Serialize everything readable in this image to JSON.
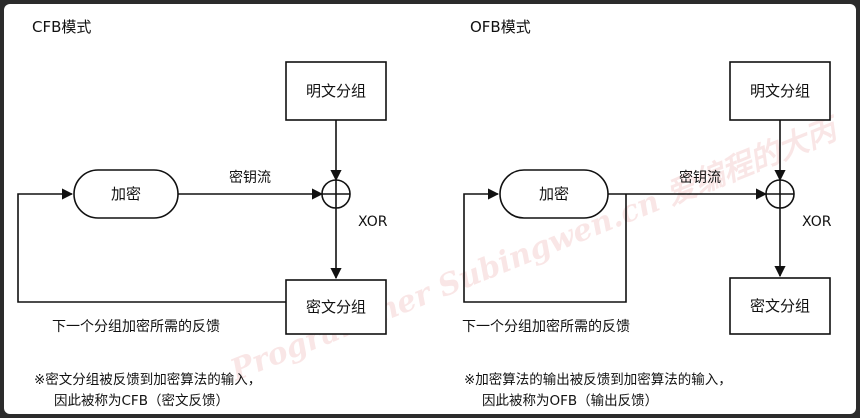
{
  "watermark": "Programmer Subingwen.cn 爱编程的大丙",
  "cfb": {
    "title": "CFB模式",
    "plaintext_block": "明文分组",
    "encrypt": "加密",
    "keystream": "密钥流",
    "xor": "XOR",
    "ciphertext_block": "密文分组",
    "feedback": "下一个分组加密所需的反馈",
    "note_line1": "※密文分组被反馈到加密算法的输入，",
    "note_line2": "因此被称为CFB（密文反馈）"
  },
  "ofb": {
    "title": "OFB模式",
    "plaintext_block": "明文分组",
    "encrypt": "加密",
    "keystream": "密钥流",
    "xor": "XOR",
    "ciphertext_block": "密文分组",
    "feedback": "下一个分组加密所需的反馈",
    "note_line1": "※加密算法的输出被反馈到加密算法的输入，",
    "note_line2": "因此被称为OFB（输出反馈）"
  }
}
